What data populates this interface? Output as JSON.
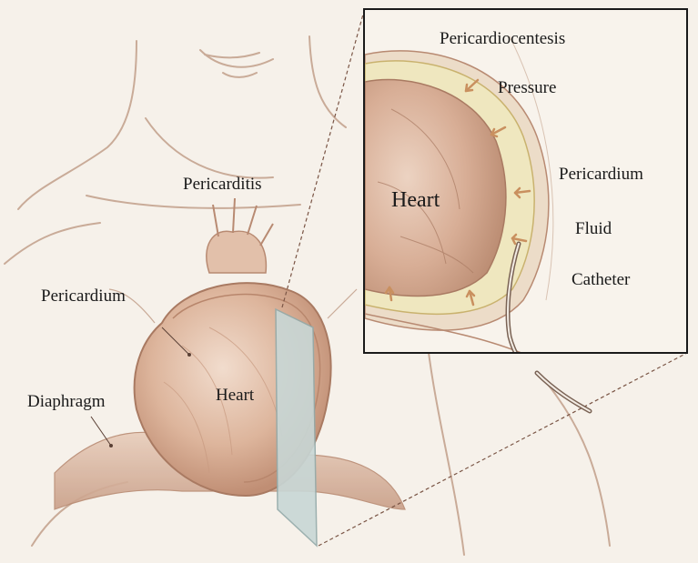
{
  "labels": {
    "pericarditis": "Pericarditis",
    "pericardium_main": "Pericardium",
    "heart_main": "Heart",
    "diaphragm": "Diaphragm",
    "inset_title": "Pericardiocentesis",
    "pressure": "Pressure",
    "pericardium_inset": "Pericardium",
    "heart_inset": "Heart",
    "fluid": "Fluid",
    "catheter": "Catheter"
  },
  "colors": {
    "background": "#f6f1ea",
    "skin_line": "#c9ab98",
    "heart_fill": "#e3c2ad",
    "heart_shadow": "#c89a80",
    "fluid_fill": "#efe7bf",
    "plane_fill": "#c8d7d6",
    "inset_border": "#1a1a1a"
  }
}
